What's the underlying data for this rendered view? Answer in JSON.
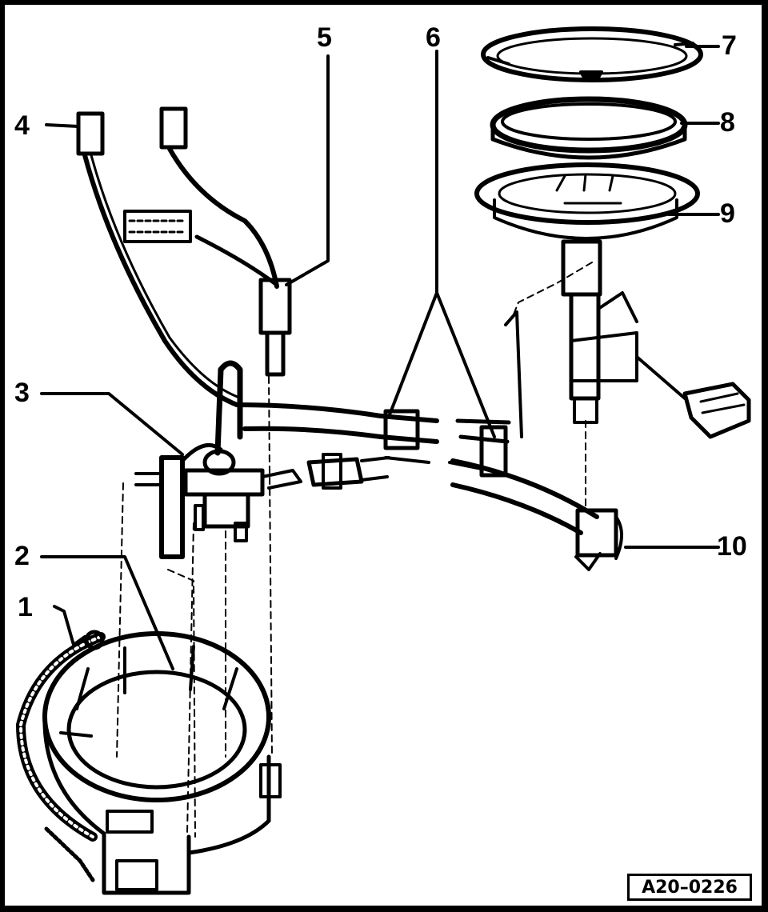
{
  "callouts": [
    "1",
    "2",
    "3",
    "4",
    "5",
    "6",
    "7",
    "8",
    "9",
    "10"
  ],
  "drawing_code": "A20–0226",
  "colors": {
    "ink": "#000000",
    "paper": "#ffffff",
    "frame": "#000000"
  }
}
